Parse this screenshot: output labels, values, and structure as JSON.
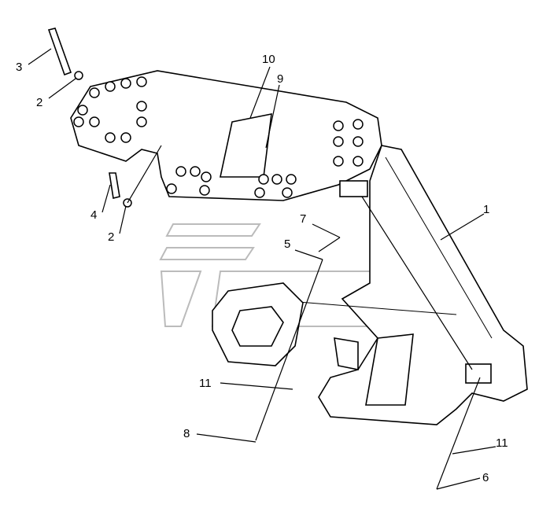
{
  "diagram": {
    "type": "exploded parts drawing",
    "callouts": [
      {
        "id": "c1",
        "label": "1"
      },
      {
        "id": "c2a",
        "label": "2"
      },
      {
        "id": "c3",
        "label": "3"
      },
      {
        "id": "c2b",
        "label": "2"
      },
      {
        "id": "c4",
        "label": "4"
      },
      {
        "id": "c5",
        "label": "5"
      },
      {
        "id": "c6",
        "label": "6"
      },
      {
        "id": "c7",
        "label": "7"
      },
      {
        "id": "c8",
        "label": "8"
      },
      {
        "id": "c9",
        "label": "9"
      },
      {
        "id": "c10",
        "label": "10"
      },
      {
        "id": "c11a",
        "label": "11"
      },
      {
        "id": "c11b",
        "label": "11"
      }
    ]
  }
}
